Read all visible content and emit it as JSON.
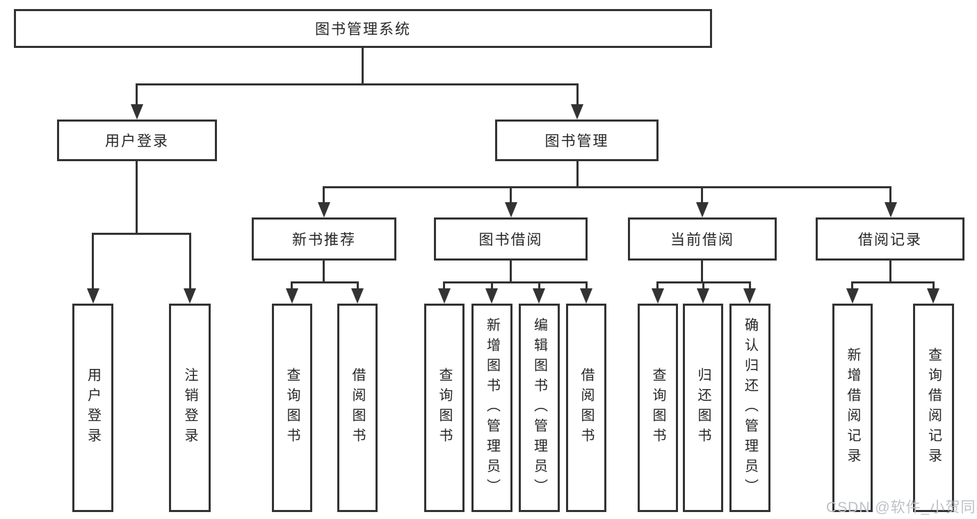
{
  "diagram_title": "图书管理系统",
  "colors": {
    "line": "#333333",
    "text": "#262626",
    "box_fill": "#ffffff",
    "watermark": "#bdc1c7"
  },
  "tree": {
    "root": {
      "label": "图书管理系统"
    },
    "branches": [
      {
        "label": "用户登录",
        "children": [
          {
            "label": "用户登录"
          },
          {
            "label": "注销登录"
          }
        ]
      },
      {
        "label": "图书管理",
        "children": [
          {
            "label": "新书推荐",
            "children": [
              {
                "label": "查询图书"
              },
              {
                "label": "借阅图书"
              }
            ]
          },
          {
            "label": "图书借阅",
            "children": [
              {
                "label": "查询图书"
              },
              {
                "label": "新增图书（管理员）"
              },
              {
                "label": "编辑图书（管理员）"
              },
              {
                "label": "借阅图书"
              }
            ]
          },
          {
            "label": "当前借阅",
            "children": [
              {
                "label": "查询图书"
              },
              {
                "label": "归还图书"
              },
              {
                "label": "确认归还（管理员）"
              }
            ]
          },
          {
            "label": "借阅记录",
            "children": [
              {
                "label": "新增借阅记录"
              },
              {
                "label": "查询借阅记录"
              }
            ]
          }
        ]
      }
    ]
  },
  "watermark": "CSDN @软件_小贺同学"
}
